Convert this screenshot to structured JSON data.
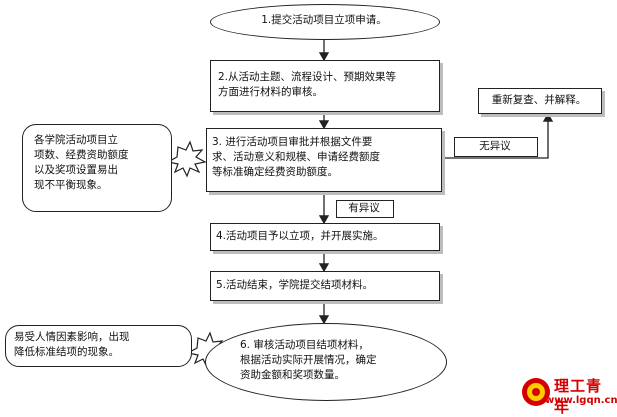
{
  "flow": {
    "step1": "1.提交活动项目立项申请。",
    "step2": "2.从活动主题、流程设计、预期效果等\n方面进行材料的审核。",
    "step3": "3. 进行活动项目审批并根据文件要\n求、活动意义和规模、申请经费额度\n等标准确定经费资助额度。",
    "step4": "4.活动项目予以立项，并开展实施。",
    "step5": "5.活动结束，学院提交结项材料。",
    "step6": "6. 审核活动项目结项材料，\n根据活动实际开展情况，确定\n资助金额和奖项数量。",
    "recheck": "重新复查、并解释。",
    "no_objection": "无异议",
    "objection": "有异议"
  },
  "risks": {
    "risk1": "各学院活动项目立\n项数、经费资助额度\n以及奖项设置易出\n现不平衡现象。",
    "risk2": "易受人情因素影响，出现\n降低标准结项的现象。"
  },
  "watermark": {
    "brand": "理工青年",
    "url": "www.lgqn.cn"
  }
}
